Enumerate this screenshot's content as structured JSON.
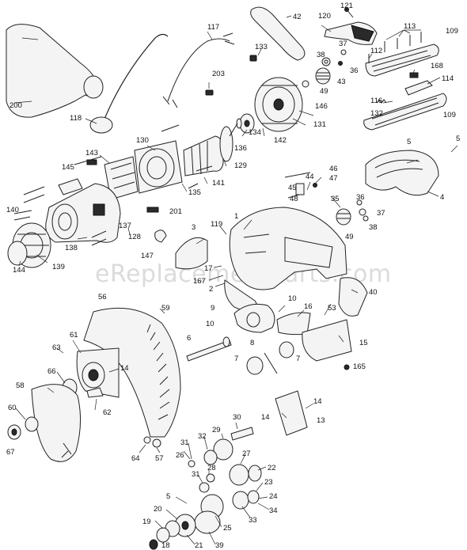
{
  "watermark": "eReplacementParts.com",
  "labels": {
    "l121": "121",
    "l42": "42",
    "l120": "120",
    "l117": "117",
    "l113": "113",
    "l109a": "109",
    "l37a": "37",
    "l133": "133",
    "l38a": "38",
    "l36a": "36",
    "l112": "112",
    "l168": "168",
    "l43": "43",
    "l203": "203",
    "l114": "114",
    "l49a": "49",
    "l200": "200",
    "l116": "116",
    "l146": "146",
    "l132": "132",
    "l118": "118",
    "l131": "131",
    "l109b": "109",
    "l134": "134",
    "l142": "142",
    "l136": "136",
    "l130": "130",
    "l5a": "5",
    "l5b": "5",
    "l143": "143",
    "l129": "129",
    "l145": "145",
    "l44": "44",
    "l46": "46",
    "l47": "47",
    "l141": "141",
    "l135": "135",
    "l45": "45",
    "l4": "4",
    "l48": "48",
    "l35": "35",
    "l36b": "36",
    "l37b": "37",
    "l140": "140",
    "l201": "201",
    "l1": "1",
    "l38b": "38",
    "l137": "137",
    "l119": "119",
    "l3": "3",
    "l49b": "49",
    "l128": "128",
    "l138": "138",
    "l147": "147",
    "l144": "144",
    "l139": "139",
    "l17": "17",
    "l167": "167",
    "l2": "2",
    "l40": "40",
    "l56": "56",
    "l59": "59",
    "l10a": "10",
    "l16": "16",
    "l53": "53",
    "l9": "9",
    "l10b": "10",
    "l6": "6",
    "l15": "15",
    "l61": "61",
    "l63": "63",
    "l8": "8",
    "l14a": "14",
    "l7a": "7",
    "l7b": "7",
    "l66": "66",
    "l165": "165",
    "l58": "58",
    "l62": "62",
    "l14b": "14",
    "l14c": "14",
    "l13": "13",
    "l60": "60",
    "l30": "30",
    "l67": "67",
    "l29": "29",
    "l32": "32",
    "l31a": "31",
    "l64": "64",
    "l57": "57",
    "l26": "26",
    "l27": "27",
    "l22": "22",
    "l28": "28",
    "l31b": "31",
    "l5c": "5",
    "l23": "23",
    "l24": "24",
    "l33": "33",
    "l34": "34",
    "l20": "20",
    "l25": "25",
    "l19": "19",
    "l21": "21",
    "l39": "39",
    "l18": "18"
  }
}
